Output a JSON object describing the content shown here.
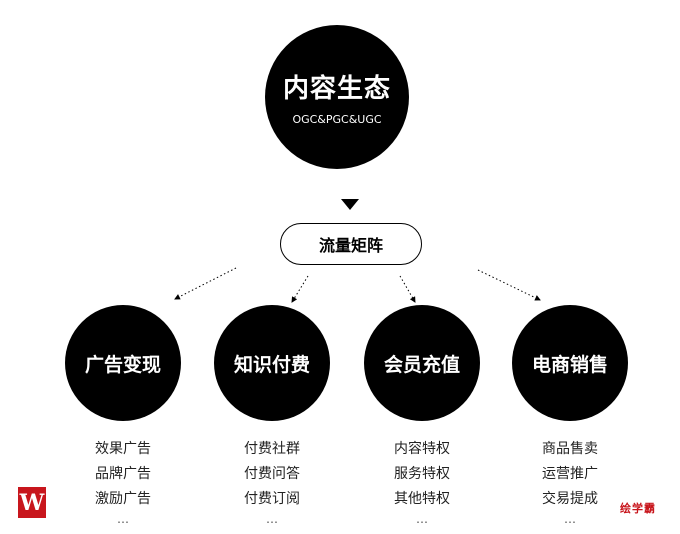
{
  "top": {
    "title": "内容生态",
    "subtitle": "OGC&PGC&UGC"
  },
  "hub": {
    "label": "流量矩阵"
  },
  "branches": [
    {
      "title": "广告变现",
      "items": [
        "效果广告",
        "品牌广告",
        "激励广告",
        "…"
      ]
    },
    {
      "title": "知识付费",
      "items": [
        "付费社群",
        "付费问答",
        "付费订阅",
        "…"
      ]
    },
    {
      "title": "会员充值",
      "items": [
        "内容特权",
        "服务特权",
        "其他特权",
        "…"
      ]
    },
    {
      "title": "电商销售",
      "items": [
        "商品售卖",
        "运营推广",
        "交易提成",
        "…"
      ]
    }
  ],
  "logo": {
    "text": "W"
  },
  "watermark": {
    "text": "绘学霸"
  },
  "colors": {
    "node": "#000000",
    "brand": "#c8161d"
  }
}
